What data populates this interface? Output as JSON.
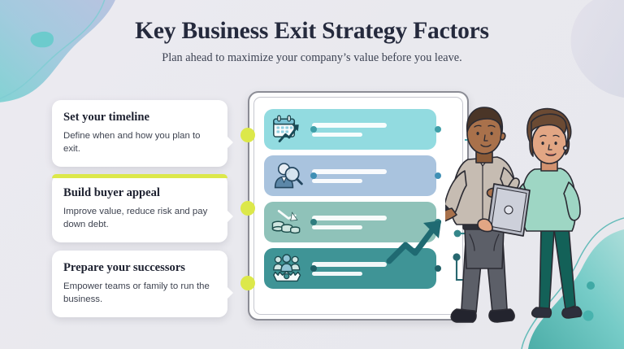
{
  "header": {
    "title": "Key Business Exit Strategy Factors",
    "subtitle": "Plan ahead to maximize your company’s value before you leave."
  },
  "colors": {
    "page_background": "#eaeaef",
    "title_text": "#252a3d",
    "subtitle_text": "#3c4252",
    "accent_lime": "#dce84a",
    "card_background": "#ffffff",
    "board_frame": "#8b8c95",
    "row_1": "#92dbe0",
    "row_2": "#a9c3de",
    "row_3": "#8fc2b9",
    "row_4": "#3f9496",
    "connector_line": "#3f9fa8",
    "blob_teal": "#63cac6",
    "blob_lavender": "#b9bddf"
  },
  "cards": [
    {
      "id": "set-your-timeline",
      "title": "Set your timeline",
      "body": "Define when and how you plan to exit.",
      "accent": false
    },
    {
      "id": "build-buyer-appeal",
      "title": "Build buyer appeal",
      "body": "Improve value, reduce risk and pay down debt.",
      "accent": true
    },
    {
      "id": "prepare-your-successors",
      "title": "Prepare your successors",
      "body": "Empower teams or family to run the business.",
      "accent": false
    }
  ],
  "board": {
    "rows": [
      {
        "id": "row-timeline",
        "icon": "calendar-growth-icon",
        "fill": "#92dbe0",
        "dot": "#3f9fa8"
      },
      {
        "id": "row-buyer",
        "icon": "buyer-search-icon",
        "fill": "#a9c3de",
        "dot": "#3f8fb5"
      },
      {
        "id": "row-debt",
        "icon": "coins-decline-icon",
        "fill": "#8fc2b9",
        "dot": "#2f7d7f"
      },
      {
        "id": "row-succession",
        "icon": "team-gear-icon",
        "fill": "#3f9496",
        "dot": "#1f5f66"
      }
    ],
    "overlay_icon": "upward-trend-arrow-icon"
  },
  "people": [
    {
      "id": "presenter-man",
      "description": "man-with-pen",
      "shirt": "#c6bcb2",
      "trousers": "#5c5f68",
      "skin": "#a9714b",
      "hair": "#4a3527"
    },
    {
      "id": "colleague-woman",
      "description": "woman-with-tablet",
      "top": "#9ed6c4",
      "trousers": "#136158",
      "skin": "#e2a684",
      "hair": "#6b4a33"
    }
  ],
  "decorations": [
    {
      "id": "blob-top-left",
      "type": "gradient-blob"
    },
    {
      "id": "blob-bottom-right",
      "type": "gradient-blob"
    },
    {
      "id": "blob-top-right",
      "type": "soft-blob"
    },
    {
      "id": "dot-bottom-right",
      "type": "small-dot"
    }
  ]
}
